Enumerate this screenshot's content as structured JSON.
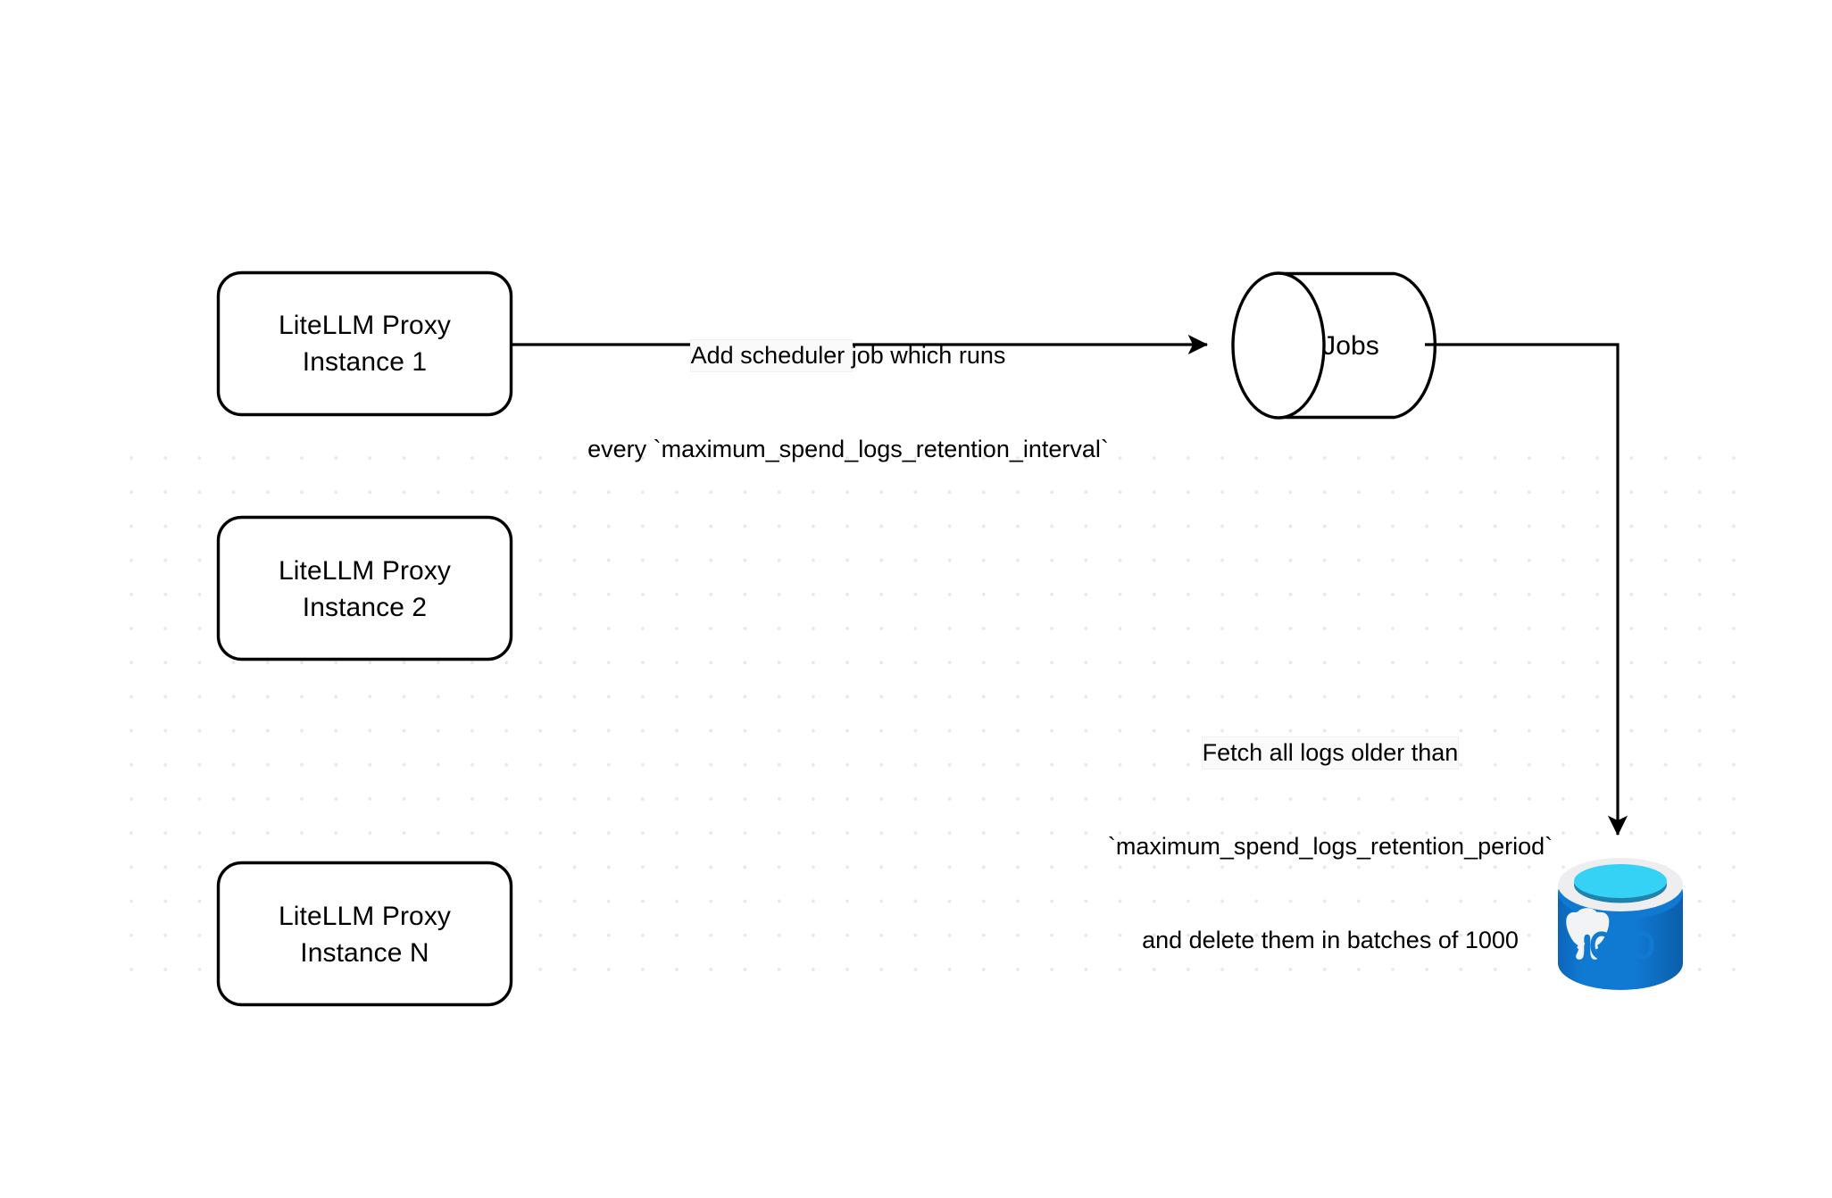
{
  "diagram": {
    "title": "LiteLLM spend logs retention scheduler flow",
    "background_color": "#ffffff",
    "stroke_color": "#000000",
    "grid_dot_color": "#e9e9ea"
  },
  "nodes": {
    "instance1": {
      "shape": "rounded-rectangle",
      "line1": "LiteLLM Proxy",
      "line2": "Instance 1"
    },
    "instance2": {
      "shape": "rounded-rectangle",
      "line1": "LiteLLM Proxy",
      "line2": "Instance 2"
    },
    "instanceN": {
      "shape": "rounded-rectangle",
      "line1": "LiteLLM Proxy",
      "line2": "Instance N"
    },
    "jobs": {
      "shape": "cylinder",
      "label": "Jobs"
    },
    "postgres": {
      "shape": "database-cylinder-icon",
      "icon": "postgresql-elephant-icon",
      "colors": {
        "body": "#0f76cf",
        "body_dark": "#0b63b4",
        "rim": "#eeeeee",
        "top_inner": "#35d0f5",
        "top_fill": "#1b7fa8",
        "elephant": "#f2f3f4"
      }
    }
  },
  "edges": {
    "scheduler_edge": {
      "from": "instance1",
      "to": "jobs",
      "label_line1_highlight": "Add scheduler ",
      "label_line1_rest": "job which runs",
      "label_line2": "every `maximum_spend_logs_retention_interval`"
    },
    "delete_edge": {
      "from": "jobs",
      "to": "postgres",
      "label_line1_highlight": "Fetch all logs older than",
      "label_line2": "`maximum_spend_logs_retention_period`",
      "label_line3": "and delete them in batches of 1000"
    }
  }
}
